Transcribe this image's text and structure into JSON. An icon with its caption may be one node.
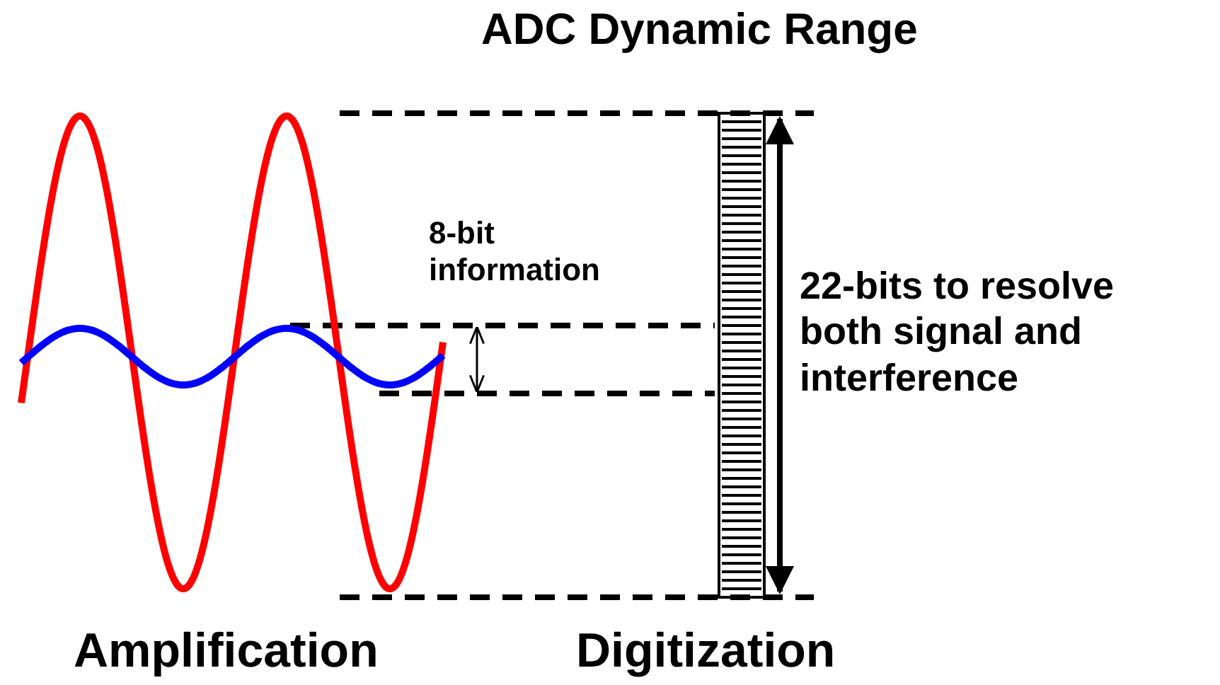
{
  "diagram": {
    "title": "ADC Dynamic Range",
    "labels": [
      "8-bit information",
      "22-bits to resolve both signal and interference",
      "Amplification",
      "Digitization"
    ]
  }
}
